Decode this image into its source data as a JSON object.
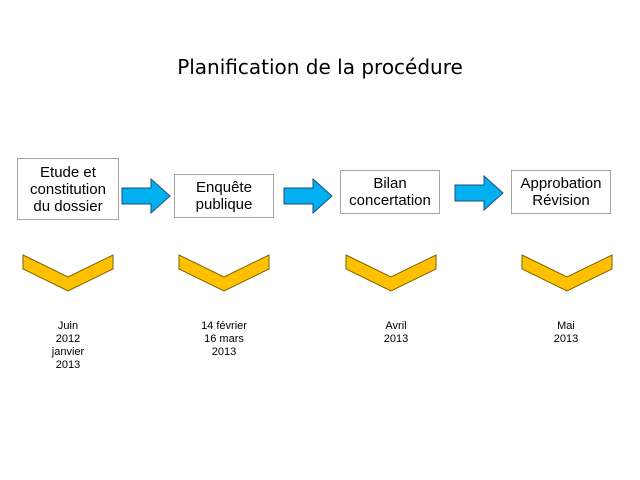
{
  "title": "Planification de la procédure",
  "steps": [
    {
      "label": "Etude et\nconstitution\ndu dossier",
      "date": "Juin\n  2012\njanvier\n2013"
    },
    {
      "label": "Enquête\npublique",
      "date": "14 février\n16 mars\n2013"
    },
    {
      "label": "Bilan\nconcertation",
      "date": "Avril\n2013"
    },
    {
      "label": "Approbation\nRévision",
      "date": "Mai\n2013"
    }
  ],
  "colors": {
    "arrow_fill": "#00b0f0",
    "arrow_stroke": "#1f4e79",
    "chevron_fill": "#ffc000",
    "chevron_stroke": "#7f6000",
    "box_border": "#a6a6a6"
  },
  "icons": {
    "arrow": "right-arrow-icon",
    "chevron": "chevron-down-icon"
  }
}
